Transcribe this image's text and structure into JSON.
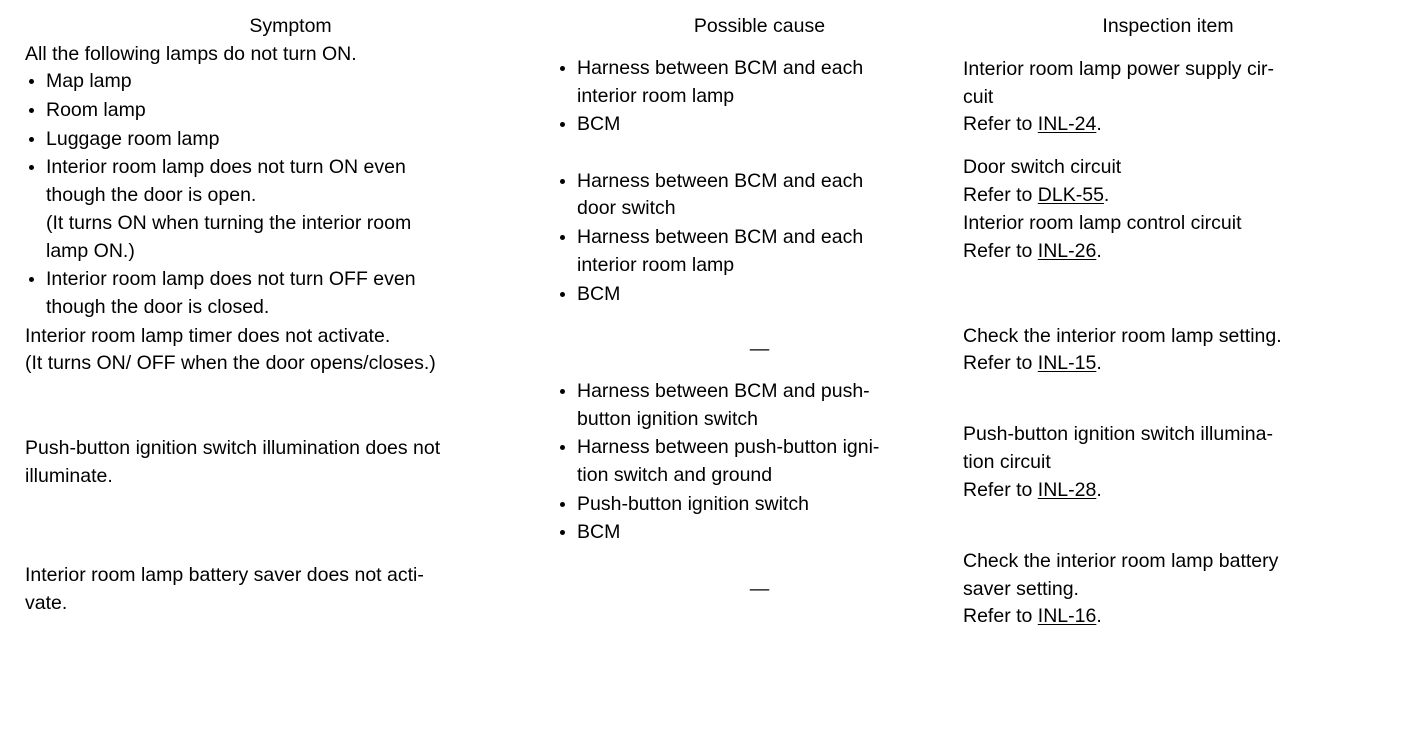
{
  "table": {
    "columns": [
      "Symptom",
      "Possible cause",
      "Inspection item"
    ],
    "rows": [
      {
        "symptom": {
          "lead": "All the following lamps do not turn ON.",
          "bullets": [
            "Map lamp",
            "Room lamp",
            "Luggage room lamp"
          ]
        },
        "cause": {
          "bullets": [
            "Harness between BCM and each interior room lamp",
            "BCM"
          ]
        },
        "inspection": [
          {
            "lines": [
              "Interior room lamp power supply cir-",
              "cuit"
            ],
            "refer_prefix": "Refer to ",
            "refer_link": "INL-24",
            "refer_suffix": "."
          }
        ]
      },
      {
        "symptom": {
          "lead": "",
          "bullets": [
            "Interior room lamp does not turn ON even though the door is open.",
            "Interior room lamp does not turn OFF even though the door is closed."
          ],
          "note": "(It turns ON when turning the interior room lamp ON.)"
        },
        "cause": {
          "bullets": [
            "Harness between BCM and each door switch",
            "Harness between BCM and each interior room lamp",
            "BCM"
          ]
        },
        "inspection": [
          {
            "lines": [
              "Door switch circuit"
            ],
            "refer_prefix": "Refer to ",
            "refer_link": "DLK-55",
            "refer_suffix": "."
          },
          {
            "lines": [
              "Interior room lamp control circuit"
            ],
            "refer_prefix": "Refer to ",
            "refer_link": "INL-26",
            "refer_suffix": "."
          }
        ]
      },
      {
        "symptom": {
          "lead": "Interior room lamp timer does not activate.",
          "note": "(It turns ON/ OFF when the door opens/closes.)",
          "bullets": []
        },
        "cause": {
          "dash": "—"
        },
        "inspection": [
          {
            "lines": [
              "Check the interior room lamp setting."
            ],
            "refer_prefix": "Refer to ",
            "refer_link": "INL-15",
            "refer_suffix": "."
          }
        ]
      },
      {
        "symptom": {
          "lead": "Push-button ignition switch illumination does not illuminate.",
          "bullets": []
        },
        "cause": {
          "bullets": [
            "Harness between BCM and push-button ignition switch",
            "Harness between push-button igni-tion switch and ground",
            "Push-button ignition switch",
            "BCM"
          ]
        },
        "inspection": [
          {
            "lines": [
              "Push-button ignition switch illumina-",
              "tion circuit"
            ],
            "refer_prefix": "Refer to ",
            "refer_link": "INL-28",
            "refer_suffix": "."
          }
        ]
      },
      {
        "symptom": {
          "lead": "Interior room lamp battery saver does not acti-vate.",
          "bullets": []
        },
        "cause": {
          "dash": "—"
        },
        "inspection": [
          {
            "lines": [
              "Check the interior room lamp battery",
              "saver setting."
            ],
            "refer_prefix": "Refer to ",
            "refer_link": "INL-16",
            "refer_suffix": "."
          }
        ]
      }
    ]
  },
  "cells": {
    "r1_symptom_lead": "All the following lamps do not turn ON.",
    "r1_symptom_b1": "Map lamp",
    "r1_symptom_b2": "Room lamp",
    "r1_symptom_b3": "Luggage room lamp",
    "r1_cause_b1_l1": "Harness between BCM and each",
    "r1_cause_b1_l2": "interior room lamp",
    "r1_cause_b2": "BCM",
    "r1_insp_l1": "Interior room lamp power supply cir-",
    "r1_insp_l2": "cuit",
    "r1_insp_refer": "Refer to ",
    "r1_insp_link": "INL-24",
    "r1_insp_dot": ".",
    "r2_symptom_b1_l1": "Interior room lamp does not turn ON even",
    "r2_symptom_b1_l2": "though the door is open.",
    "r2_symptom_note_l1": "(It turns ON when turning the interior room",
    "r2_symptom_note_l2": "lamp ON.)",
    "r2_symptom_b2_l1": "Interior room lamp does not turn OFF even",
    "r2_symptom_b2_l2": "though the door is closed.",
    "r2_cause_b1_l1": "Harness between BCM and each",
    "r2_cause_b1_l2": "door switch",
    "r2_cause_b2_l1": "Harness between BCM and each",
    "r2_cause_b2_l2": "interior room lamp",
    "r2_cause_b3": "BCM",
    "r2_insp_a_l1": "Door switch circuit",
    "r2_insp_a_refer": "Refer to ",
    "r2_insp_a_link": "DLK-55",
    "r2_insp_a_dot": ".",
    "r2_insp_b_l1": "Interior room lamp control circuit",
    "r2_insp_b_refer": "Refer to ",
    "r2_insp_b_link": "INL-26",
    "r2_insp_b_dot": ".",
    "r3_symptom_l1": "Interior room lamp timer does not activate.",
    "r3_symptom_l2": "(It turns ON/ OFF when the door opens/closes.)",
    "r3_cause_dash": "—",
    "r3_insp_l1": "Check the interior room lamp setting.",
    "r3_insp_refer": "Refer to ",
    "r3_insp_link": "INL-15",
    "r3_insp_dot": ".",
    "r4_symptom_l1": "Push-button ignition switch illumination does not",
    "r4_symptom_l2": "illuminate.",
    "r4_cause_b1_l1": "Harness between BCM and push-",
    "r4_cause_b1_l2": "button ignition switch",
    "r4_cause_b2_l1": "Harness between push-button igni-",
    "r4_cause_b2_l2": "tion switch and ground",
    "r4_cause_b3": "Push-button ignition switch",
    "r4_cause_b4": "BCM",
    "r4_insp_l1": "Push-button ignition switch illumina-",
    "r4_insp_l2": "tion circuit",
    "r4_insp_refer": "Refer to ",
    "r4_insp_link": "INL-28",
    "r4_insp_dot": ".",
    "r5_symptom_l1": "Interior room lamp battery saver does not acti-",
    "r5_symptom_l2": "vate.",
    "r5_cause_dash": "—",
    "r5_insp_l1": "Check the interior room lamp battery",
    "r5_insp_l2": "saver setting.",
    "r5_insp_refer": "Refer to ",
    "r5_insp_link": "INL-16",
    "r5_insp_dot": "."
  }
}
